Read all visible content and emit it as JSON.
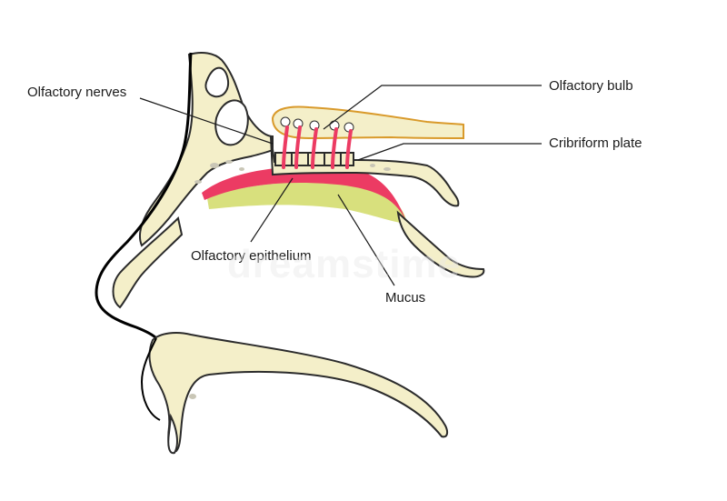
{
  "diagram": {
    "labels": {
      "olfactory_nerves": "Olfactory nerves",
      "olfactory_bulb": "Olfactory bulb",
      "cribriform_plate": "Cribriform plate",
      "olfactory_epithelium": "Olfactory epithelium",
      "mucus": "Mucus"
    },
    "watermark": "dreamstime"
  },
  "colors": {
    "bone": "#f4efc9",
    "bone_outline": "#2b2b2b",
    "bone_spots": "#c9c6b6",
    "bulb_outline": "#d99a2b",
    "epithelium": "#ec3b63",
    "mucus": "#d8e07d",
    "nerve": "#ec3b63",
    "skin_line": "#000000",
    "leader_line": "#1a1a1a"
  }
}
